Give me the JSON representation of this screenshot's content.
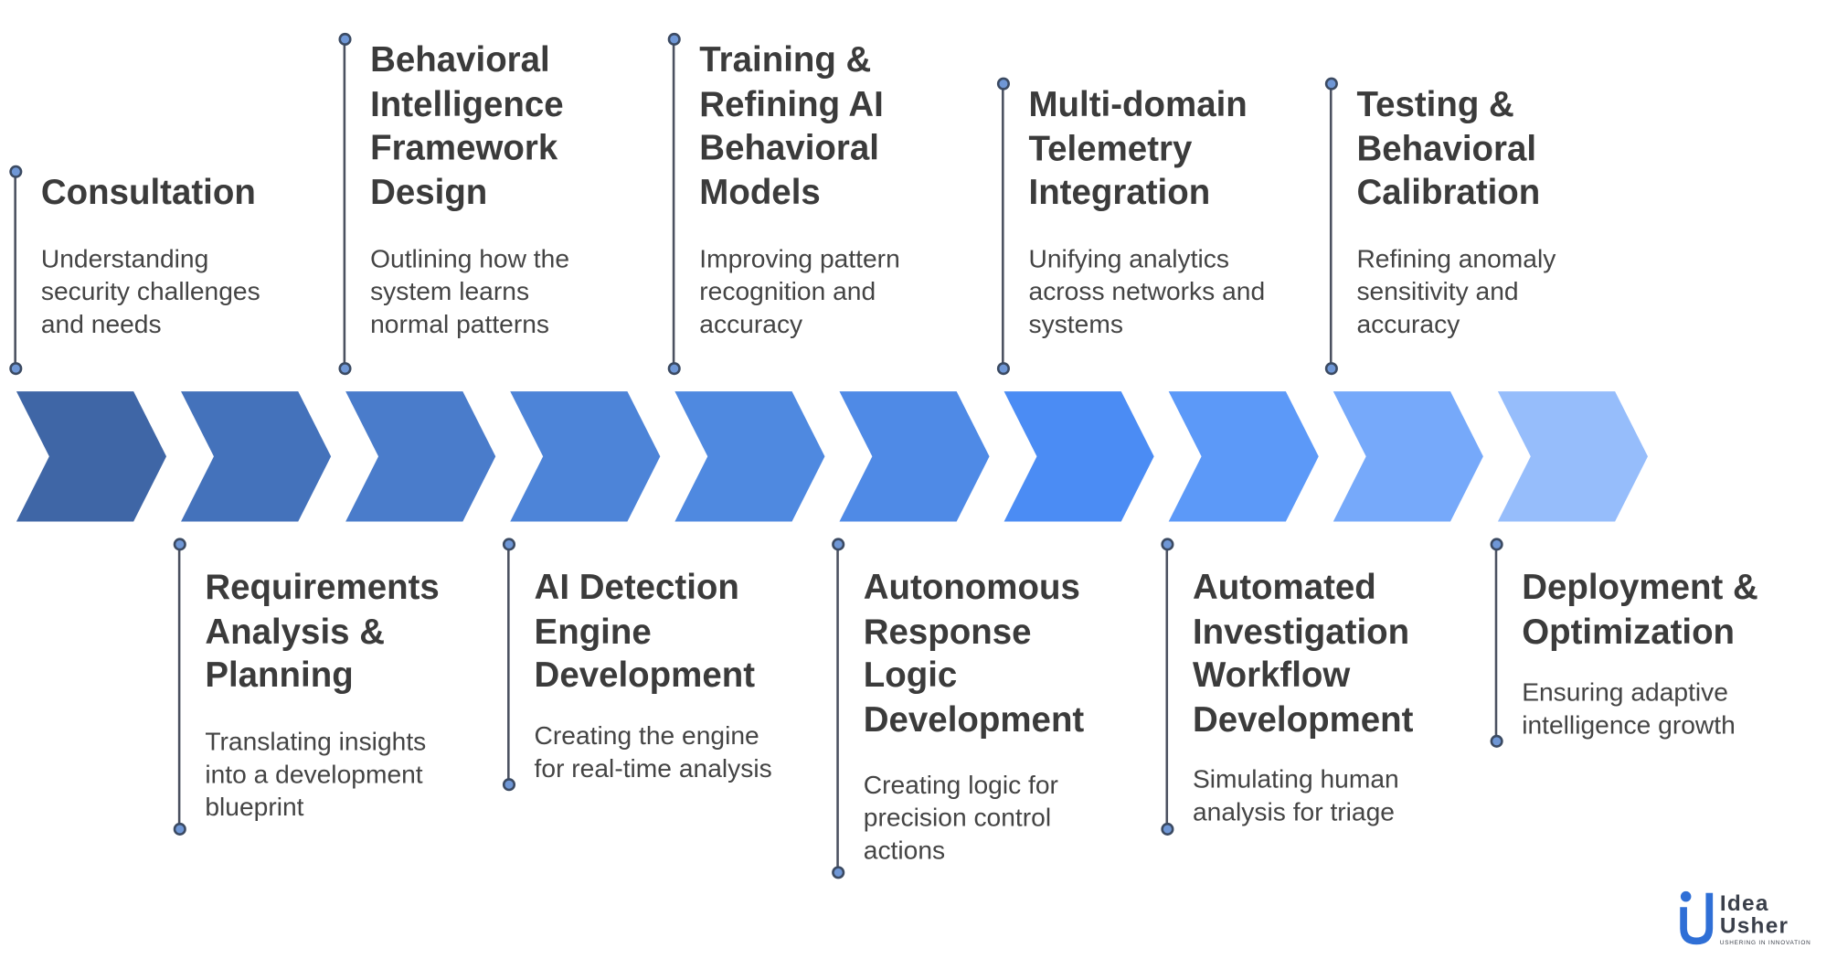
{
  "steps": [
    {
      "title": "Consultation",
      "description": "Understanding\nsecurity challenges\nand needs",
      "color": "#3f66a6"
    },
    {
      "title": "Requirements\nAnalysis &\nPlanning",
      "description": "Translating insights\ninto a development\nblueprint",
      "color": "#4472bb"
    },
    {
      "title": "Behavioral\nIntelligence\nFramework\nDesign",
      "description": "Outlining how the\nsystem learns\nnormal patterns",
      "color": "#4a7ccb"
    },
    {
      "title": "AI Detection\nEngine\nDevelopment",
      "description": "Creating the engine\nfor real-time analysis",
      "color": "#4d84d8"
    },
    {
      "title": "Training &\nRefining AI\nBehavioral\nModels",
      "description": "Improving pattern\nrecognition and\naccuracy",
      "color": "#4f89e0"
    },
    {
      "title": "Autonomous\nResponse\nLogic\nDevelopment",
      "description": "Creating logic for\nprecision control\nactions",
      "color": "#4f8ae6"
    },
    {
      "title": "Multi-domain\nTelemetry\nIntegration",
      "description": "Unifying analytics\nacross networks and\nsystems",
      "color": "#4b8cf4"
    },
    {
      "title": "Automated\nInvestigation\nWorkflow\nDevelopment",
      "description": "Simulating human\nanalysis for triage",
      "color": "#5c99f8"
    },
    {
      "title": "Testing &\nBehavioral\nCalibration",
      "description": "Refining anomaly\nsensitivity and\naccuracy",
      "color": "#76a9fa"
    },
    {
      "title": "Deployment &\nOptimization",
      "description": "Ensuring adaptive\nintelligence growth",
      "color": "#96bdfb"
    }
  ],
  "logo": {
    "line1": "Idea",
    "line2": "Usher",
    "tagline": "USHERING IN INNOVATION"
  }
}
